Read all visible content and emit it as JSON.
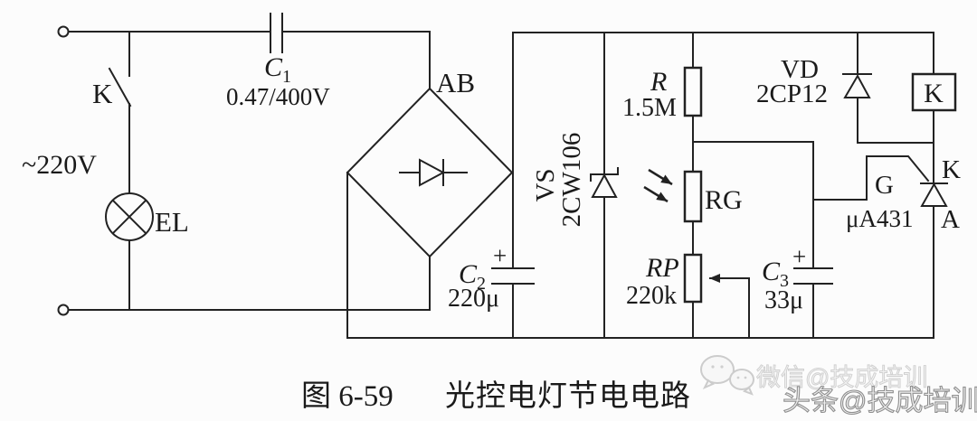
{
  "figure": {
    "caption_prefix": "图 6-59",
    "caption_title": "光控电灯节电电路"
  },
  "source": {
    "ac_label": "~220V"
  },
  "components": {
    "switch": {
      "label": "K"
    },
    "lamp": {
      "label": "EL"
    },
    "c1": {
      "name": "C",
      "sub": "1",
      "value": "0.47/400V"
    },
    "bridge": {
      "label": "AB"
    },
    "vs": {
      "label": "VS",
      "model": "2CW106"
    },
    "c2": {
      "name": "C",
      "sub": "2",
      "value": "220μ",
      "polarity": "+"
    },
    "r": {
      "name": "R",
      "value": "1.5M"
    },
    "rg": {
      "label": "RG"
    },
    "rp": {
      "name": "RP",
      "value": "220k"
    },
    "c3": {
      "name": "C",
      "sub": "3",
      "value": "33μ",
      "polarity": "+"
    },
    "vd": {
      "label": "VD",
      "model": "2CP12"
    },
    "relay": {
      "label": "K"
    },
    "regulator": {
      "label": "μA431",
      "gate": "G",
      "cathode": "K",
      "anode": "A"
    }
  },
  "watermarks": {
    "wechat": "微信@技成培训",
    "toutiao": "头条@技成培训"
  },
  "colors": {
    "line": "#222222",
    "background": "#fcfcfc"
  }
}
